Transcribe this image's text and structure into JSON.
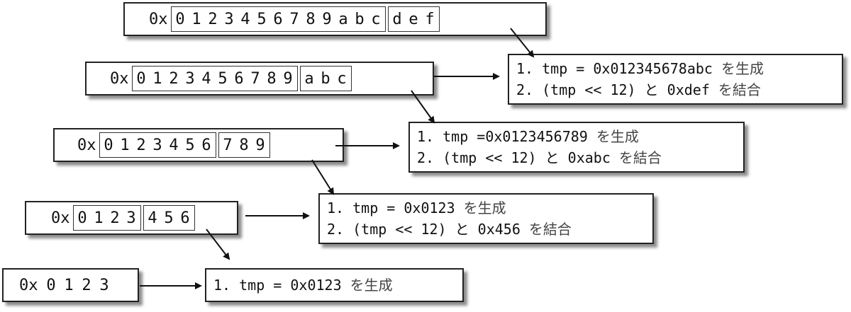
{
  "rows": [
    {
      "prefix": "0x",
      "groups": [
        [
          "0",
          "1",
          "2",
          "3",
          "4",
          "5",
          "6",
          "7",
          "8",
          "9",
          "a",
          "b",
          "c"
        ],
        [
          "d",
          "e",
          "f"
        ]
      ]
    },
    {
      "prefix": "0x",
      "groups": [
        [
          "0",
          "1",
          "2",
          "3",
          "4",
          "5",
          "6",
          "7",
          "8",
          "9"
        ],
        [
          "a",
          "b",
          "c"
        ]
      ],
      "note": {
        "line1_code": "1. tmp = 0x012345678abc",
        "line1_jp": "を生成",
        "line2_code": "2. (tmp << 12) と 0xdef",
        "line2_jp": "を結合"
      }
    },
    {
      "prefix": "0x",
      "groups": [
        [
          "0",
          "1",
          "2",
          "3",
          "4",
          "5",
          "6"
        ],
        [
          "7",
          "8",
          "9"
        ]
      ],
      "note": {
        "line1_code": "1. tmp =0x0123456789",
        "line1_jp": "を生成",
        "line2_code": "2. (tmp << 12) と 0xabc",
        "line2_jp": "を結合"
      }
    },
    {
      "prefix": "0x",
      "groups": [
        [
          "0",
          "1",
          "2",
          "3"
        ],
        [
          "4",
          "5",
          "6"
        ]
      ],
      "note": {
        "line1_code": "1. tmp = 0x0123",
        "line1_jp": "を生成",
        "line2_code": "2. (tmp << 12) と 0x456",
        "line2_jp": "を結合"
      }
    },
    {
      "prefix": "0x",
      "plain": [
        "0",
        "1",
        "2",
        "3"
      ],
      "note": {
        "line1_code": "1. tmp = 0x0123",
        "line1_jp": "を生成"
      }
    }
  ]
}
